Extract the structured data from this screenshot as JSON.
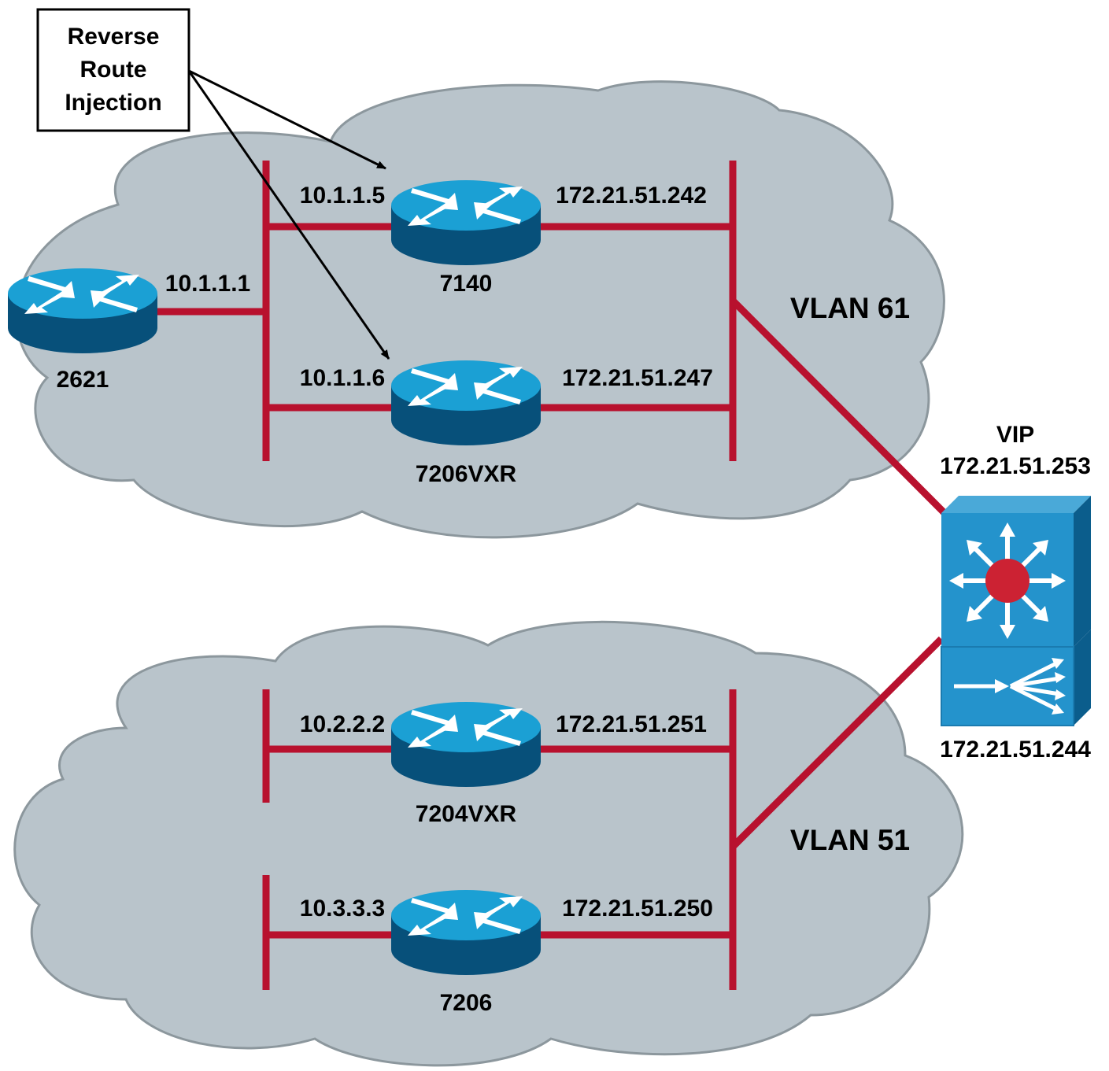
{
  "callout": {
    "line1": "Reverse",
    "line2": "Route",
    "line3": "Injection"
  },
  "clouds": {
    "upper": {
      "label": "VLAN 61"
    },
    "lower": {
      "label": "VLAN 51"
    }
  },
  "routers": {
    "r2621": {
      "name": "2621",
      "ip": "10.1.1.1"
    },
    "r7140": {
      "name": "7140",
      "inside_ip": "10.1.1.5",
      "outside_ip": "172.21.51.242"
    },
    "r7206vxr": {
      "name": "7206VXR",
      "inside_ip": "10.1.1.6",
      "outside_ip": "172.21.51.247"
    },
    "r7204vxr": {
      "name": "7204VXR",
      "inside_ip": "10.2.2.2",
      "outside_ip": "172.21.51.251"
    },
    "r7206": {
      "name": "7206",
      "inside_ip": "10.3.3.3",
      "outside_ip": "172.21.51.250"
    }
  },
  "switch": {
    "vip_label": "VIP",
    "vip_ip": "172.21.51.253",
    "ip": "172.21.51.244"
  },
  "colors": {
    "cloud_fill": "#b9c4cb",
    "cloud_stroke": "#8c979d",
    "link": "#b8112e",
    "router_top": "#1ba0d4",
    "router_side": "#07507a",
    "switch_front": "#2493cc",
    "switch_side": "#0b5d8c",
    "switch_dot": "#cc2233"
  },
  "icons": [
    "router-icon",
    "multilayer-switch-icon",
    "content-switch-icon",
    "arrow-icon"
  ]
}
